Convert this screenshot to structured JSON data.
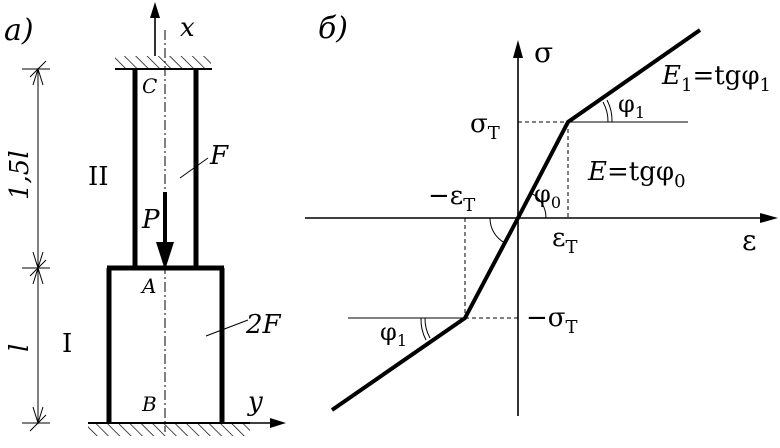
{
  "panel_a": {
    "label": "а)",
    "axis_x": "x",
    "axis_y": "y",
    "point_c": "C",
    "point_a": "A",
    "point_b": "B",
    "section_ii": "II",
    "section_i": "I",
    "area_top": "F",
    "area_bottom": "2F",
    "force": "P",
    "length_top": "1,5l",
    "length_bottom": "l"
  },
  "panel_b": {
    "label": "б)",
    "axis_sigma": "σ",
    "axis_eps": "ε",
    "sigma_t": "σ",
    "sigma_t_sub": "Т",
    "neg_sigma_t": "−σ",
    "neg_sigma_t_sub": "Т",
    "eps_t": "ε",
    "eps_t_sub": "Т",
    "neg_eps_t": "−ε",
    "neg_eps_t_sub": "Т",
    "phi0": "φ",
    "phi0_sub": "0",
    "phi1_top": "φ",
    "phi1_top_sub": "1",
    "phi1_bottom": "φ",
    "phi1_bottom_sub": "1",
    "e_formula": "E",
    "e_formula_rest": "=tgφ",
    "e_formula_sub": "0",
    "e1_formula": "E",
    "e1_formula_sub1": "1",
    "e1_formula_rest": "=tgφ",
    "e1_formula_sub2": "1"
  }
}
